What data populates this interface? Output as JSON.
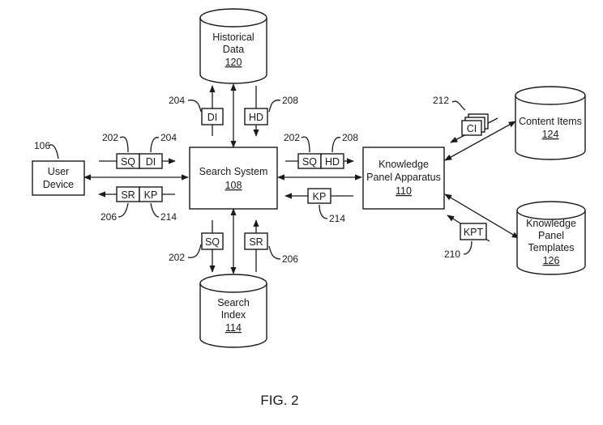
{
  "nodes": {
    "user_device": {
      "line1": "User",
      "line2": "Device",
      "ref": "106"
    },
    "search_system": {
      "label": "Search System",
      "ref": "108"
    },
    "kp_apparatus": {
      "line1": "Knowledge",
      "line2": "Panel Apparatus",
      "ref": "110"
    },
    "historical_data": {
      "line1": "Historical",
      "line2": "Data",
      "ref": "120"
    },
    "search_index": {
      "line1": "Search",
      "line2": "Index",
      "ref": "114"
    },
    "content_items": {
      "label": "Content Items",
      "ref": "124"
    },
    "kp_templates": {
      "line1": "Knowledge",
      "line2": "Panel",
      "line3": "Templates",
      "ref": "126"
    }
  },
  "packets": {
    "sq": "SQ",
    "di": "DI",
    "hd": "HD",
    "sr": "SR",
    "kp": "KP",
    "ci": "CI",
    "kpt": "KPT"
  },
  "refs": {
    "sq": "202",
    "di": "204",
    "sr": "206",
    "hd": "208",
    "kpt": "210",
    "ci": "212",
    "kp": "214"
  },
  "figure_label": "FIG. 2"
}
